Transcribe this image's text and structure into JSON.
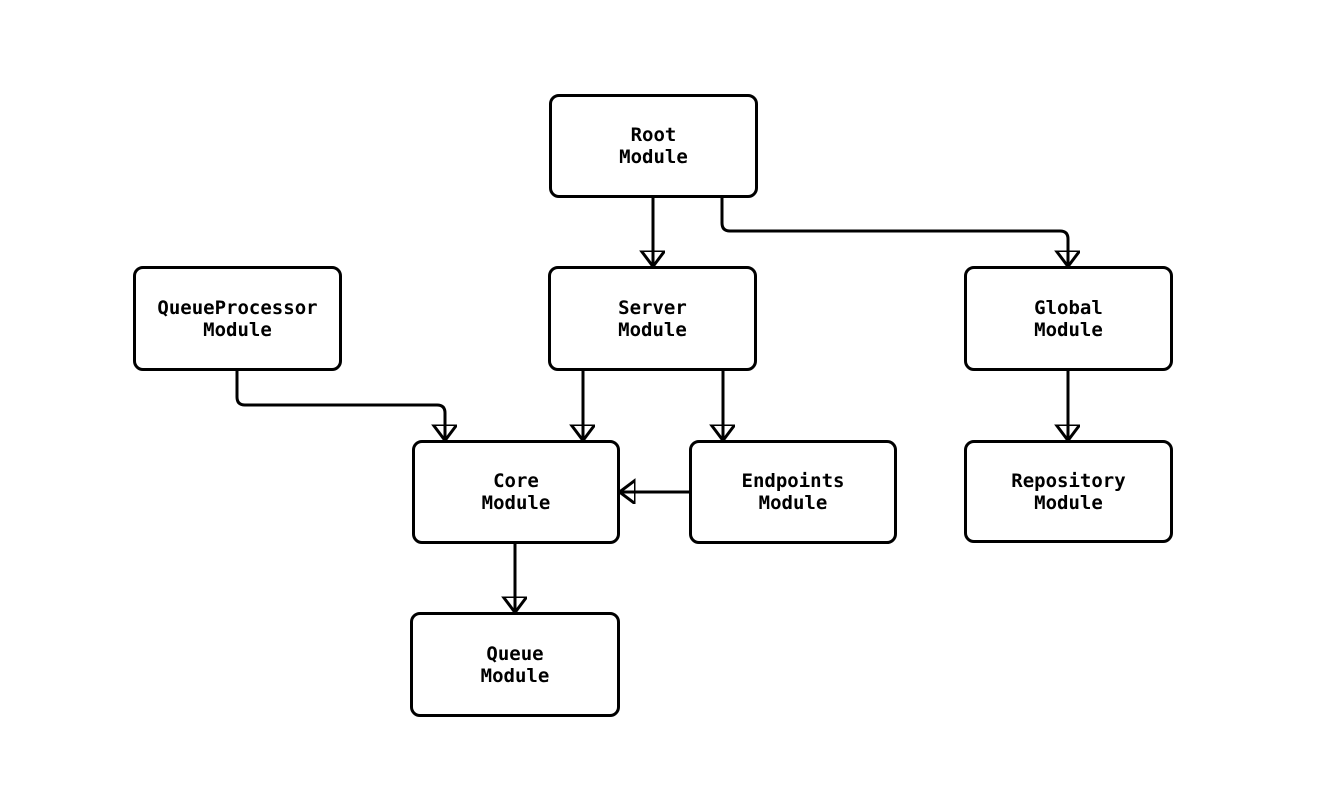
{
  "diagram": {
    "type": "module-dependency-flowchart",
    "background_color": "#ffffff",
    "line_color": "#000000",
    "text_color": "#000000",
    "node_fill_color": "#ffffff",
    "nodes": [
      {
        "id": "root",
        "label": "Root\nModule"
      },
      {
        "id": "server",
        "label": "Server\nModule"
      },
      {
        "id": "global",
        "label": "Global\nModule"
      },
      {
        "id": "queueprocessor",
        "label": "QueueProcessor\nModule"
      },
      {
        "id": "core",
        "label": "Core\nModule"
      },
      {
        "id": "endpoints",
        "label": "Endpoints\nModule"
      },
      {
        "id": "repository",
        "label": "Repository\nModule"
      },
      {
        "id": "queue",
        "label": "Queue\nModule"
      }
    ],
    "edges": [
      {
        "from": "root",
        "to": "server"
      },
      {
        "from": "root",
        "to": "global"
      },
      {
        "from": "queueprocessor",
        "to": "core"
      },
      {
        "from": "server",
        "to": "core"
      },
      {
        "from": "server",
        "to": "endpoints"
      },
      {
        "from": "endpoints",
        "to": "core"
      },
      {
        "from": "core",
        "to": "queue"
      },
      {
        "from": "global",
        "to": "repository"
      }
    ]
  }
}
